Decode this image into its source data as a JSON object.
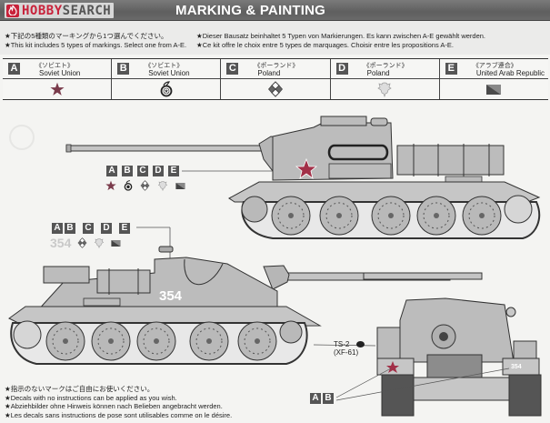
{
  "header": {
    "logo_brand": "HOBBY",
    "logo_suffix": "SEARCH",
    "title": "MARKING & PAINTING"
  },
  "intro": {
    "jp": "★下記の5種類のマーキングから1つ選んでください。",
    "en": "★This kit includes 5 types of markings. Select one from A-E.",
    "de": "★Dieser Bausatz beinhaltet 5 Typen von Markierungen. Es kann zwischen A-E gewählt werden.",
    "fr": "★Ce kit offre le choix entre 5 types de marquages. Choisir entre les propositions A-E."
  },
  "markings": [
    {
      "letter": "A",
      "jp": "《ソビエト》",
      "name": "Soviet Union",
      "icon": "red-star-icon"
    },
    {
      "letter": "B",
      "jp": "《ソビエト》",
      "name": "Soviet Union",
      "icon": "circled-star-icon"
    },
    {
      "letter": "C",
      "jp": "《ポーランド》",
      "name": "Poland",
      "icon": "polish-diamond-icon"
    },
    {
      "letter": "D",
      "jp": "《ポーランド》",
      "name": "Poland",
      "icon": "polish-eagle-icon"
    },
    {
      "letter": "E",
      "jp": "《アラブ連合》",
      "name": "United Arab Republic",
      "icon": "uar-flag-icon"
    }
  ],
  "upper_tank": {
    "letters": [
      "A",
      "B",
      "C",
      "D",
      "E"
    ]
  },
  "lower_tank": {
    "letters_group1": [
      "A",
      "B"
    ],
    "letters_group2": [
      "C",
      "D",
      "E"
    ],
    "number_decal": "354",
    "hull_number": "354"
  },
  "front_view": {
    "paint_label_1": "TS-2",
    "paint_label_2": "(XF-61)",
    "letters": [
      "A",
      "B"
    ],
    "hull_number": "354"
  },
  "notes": [
    "★指示のないマークはご自由にお使いください。",
    "★Decals with no instructions can be applied as you wish.",
    "★Abziehbilder ohne Hinweis können nach Belieben angebracht werden.",
    "★Les decals sans instructions de pose sont utilisables comme on le désire."
  ],
  "colors": {
    "header_bg": "#666666",
    "logo_red": "#c8213a",
    "tank_body": "#bcbcbc",
    "tank_outline": "#333333",
    "star_red": "#b8304a",
    "letter_box": "#555555"
  }
}
